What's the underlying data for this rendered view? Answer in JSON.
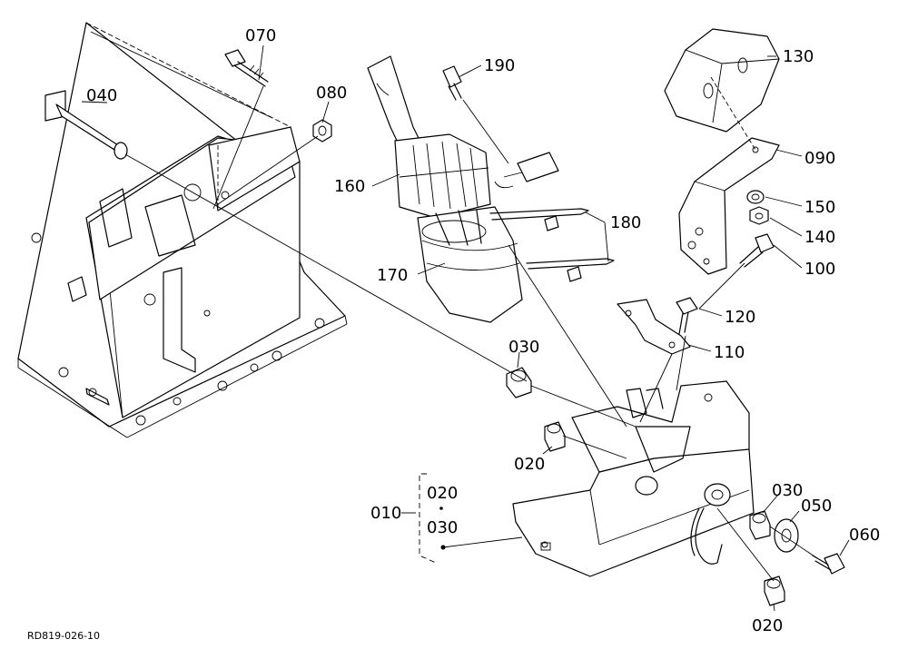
{
  "diagram": {
    "drawing_code": "RD819-026-10",
    "callouts": [
      "070",
      "040",
      "080",
      "190",
      "160",
      "130",
      "090",
      "150",
      "140",
      "100",
      "180",
      "170",
      "120",
      "110",
      "030",
      "020",
      "010",
      "030",
      "050",
      "060",
      "020",
      "020"
    ],
    "group_label": "010",
    "group_members": [
      "020",
      "030"
    ]
  }
}
